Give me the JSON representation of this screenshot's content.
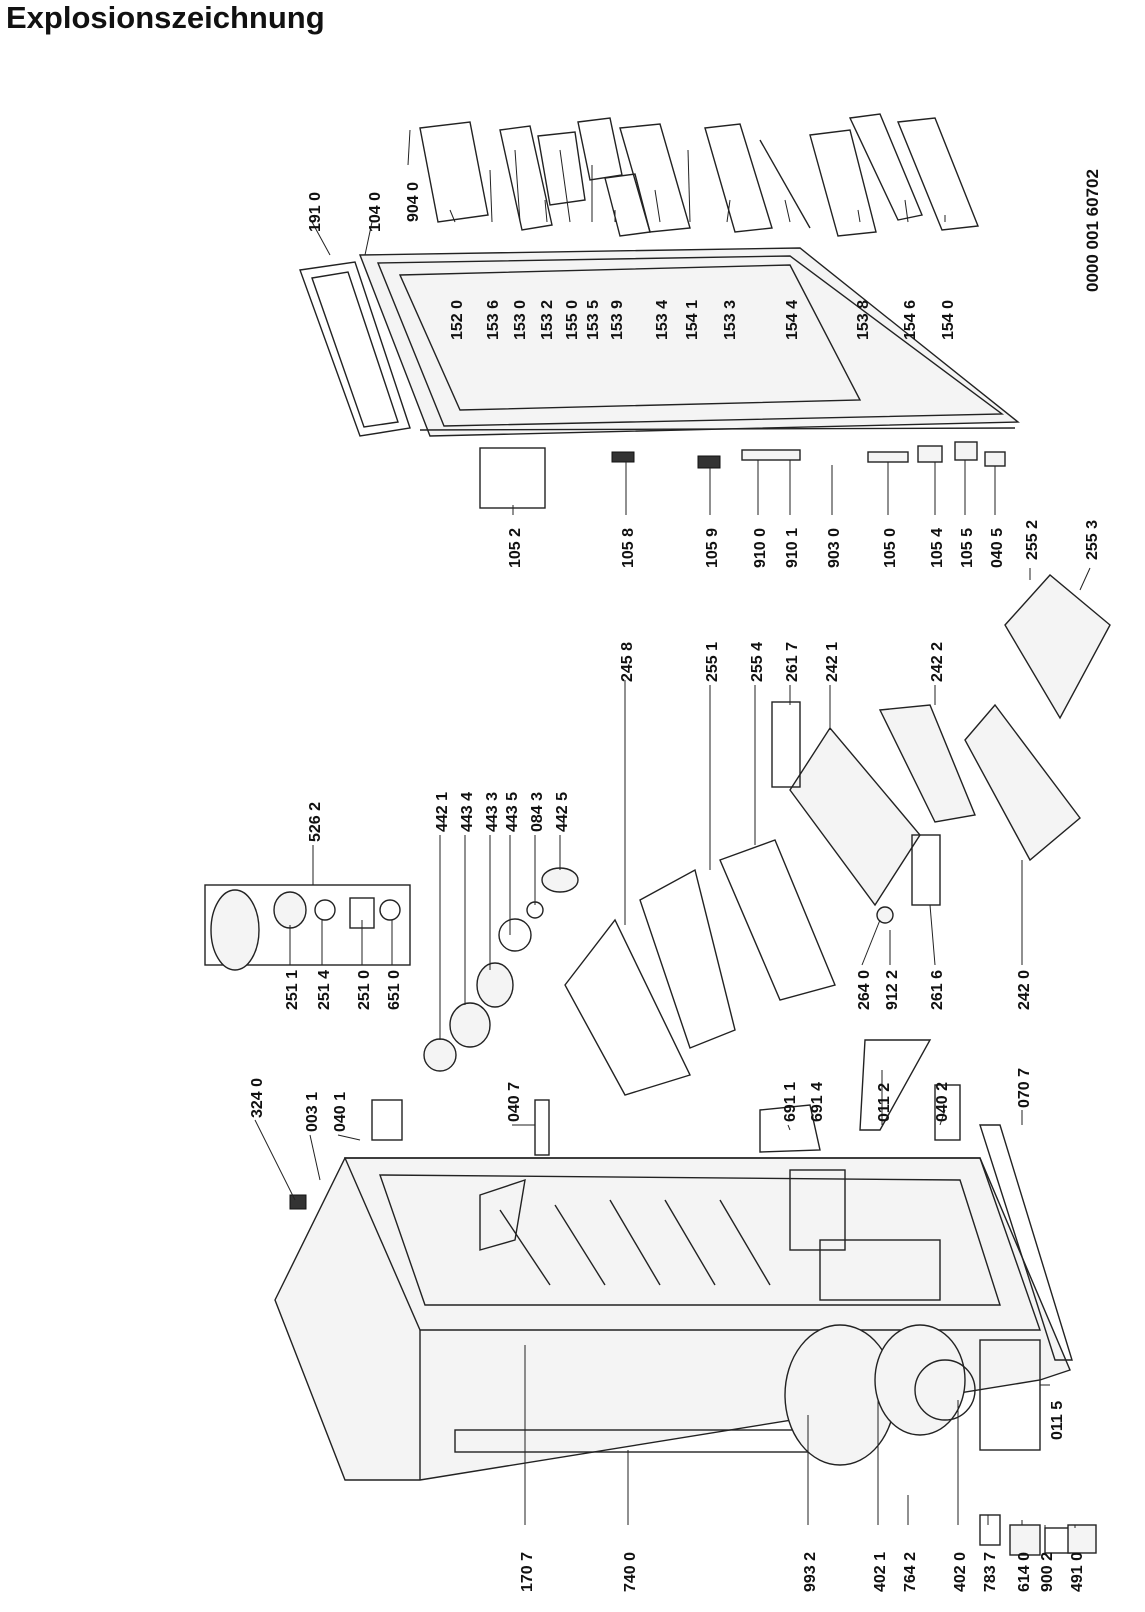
{
  "title": "Explosionszeichnung",
  "document_number": "0000 001 60702",
  "part_labels": [
    "191 0",
    "104 0",
    "904 0",
    "152 0",
    "153 6",
    "153 0",
    "153 2",
    "155 0",
    "153 5",
    "153 9",
    "153 4",
    "154 1",
    "153 3",
    "154 4",
    "153 8",
    "154 6",
    "154 0",
    "105 2",
    "105 8",
    "105 9",
    "910 0",
    "910 1",
    "903 0",
    "105 0",
    "105 4",
    "105 5",
    "040 5",
    "255 2",
    "255 3",
    "245 8",
    "255 1",
    "255 4",
    "261 7",
    "242 1",
    "242 2",
    "526 2",
    "442 1",
    "443 4",
    "443 3",
    "443 5",
    "084 3",
    "442 5",
    "251 1",
    "251 4",
    "251 0",
    "651 0",
    "264 0",
    "912 2",
    "261 6",
    "242 0",
    "324 0",
    "003 1",
    "040 1",
    "040 7",
    "691 1",
    "691 4",
    "011 2",
    "040 2",
    "070 7",
    "170 7",
    "740 0",
    "993 2",
    "402 1",
    "764 2",
    "402 0",
    "783 7",
    "614 0",
    "900 2",
    "491 0",
    "011 5"
  ]
}
